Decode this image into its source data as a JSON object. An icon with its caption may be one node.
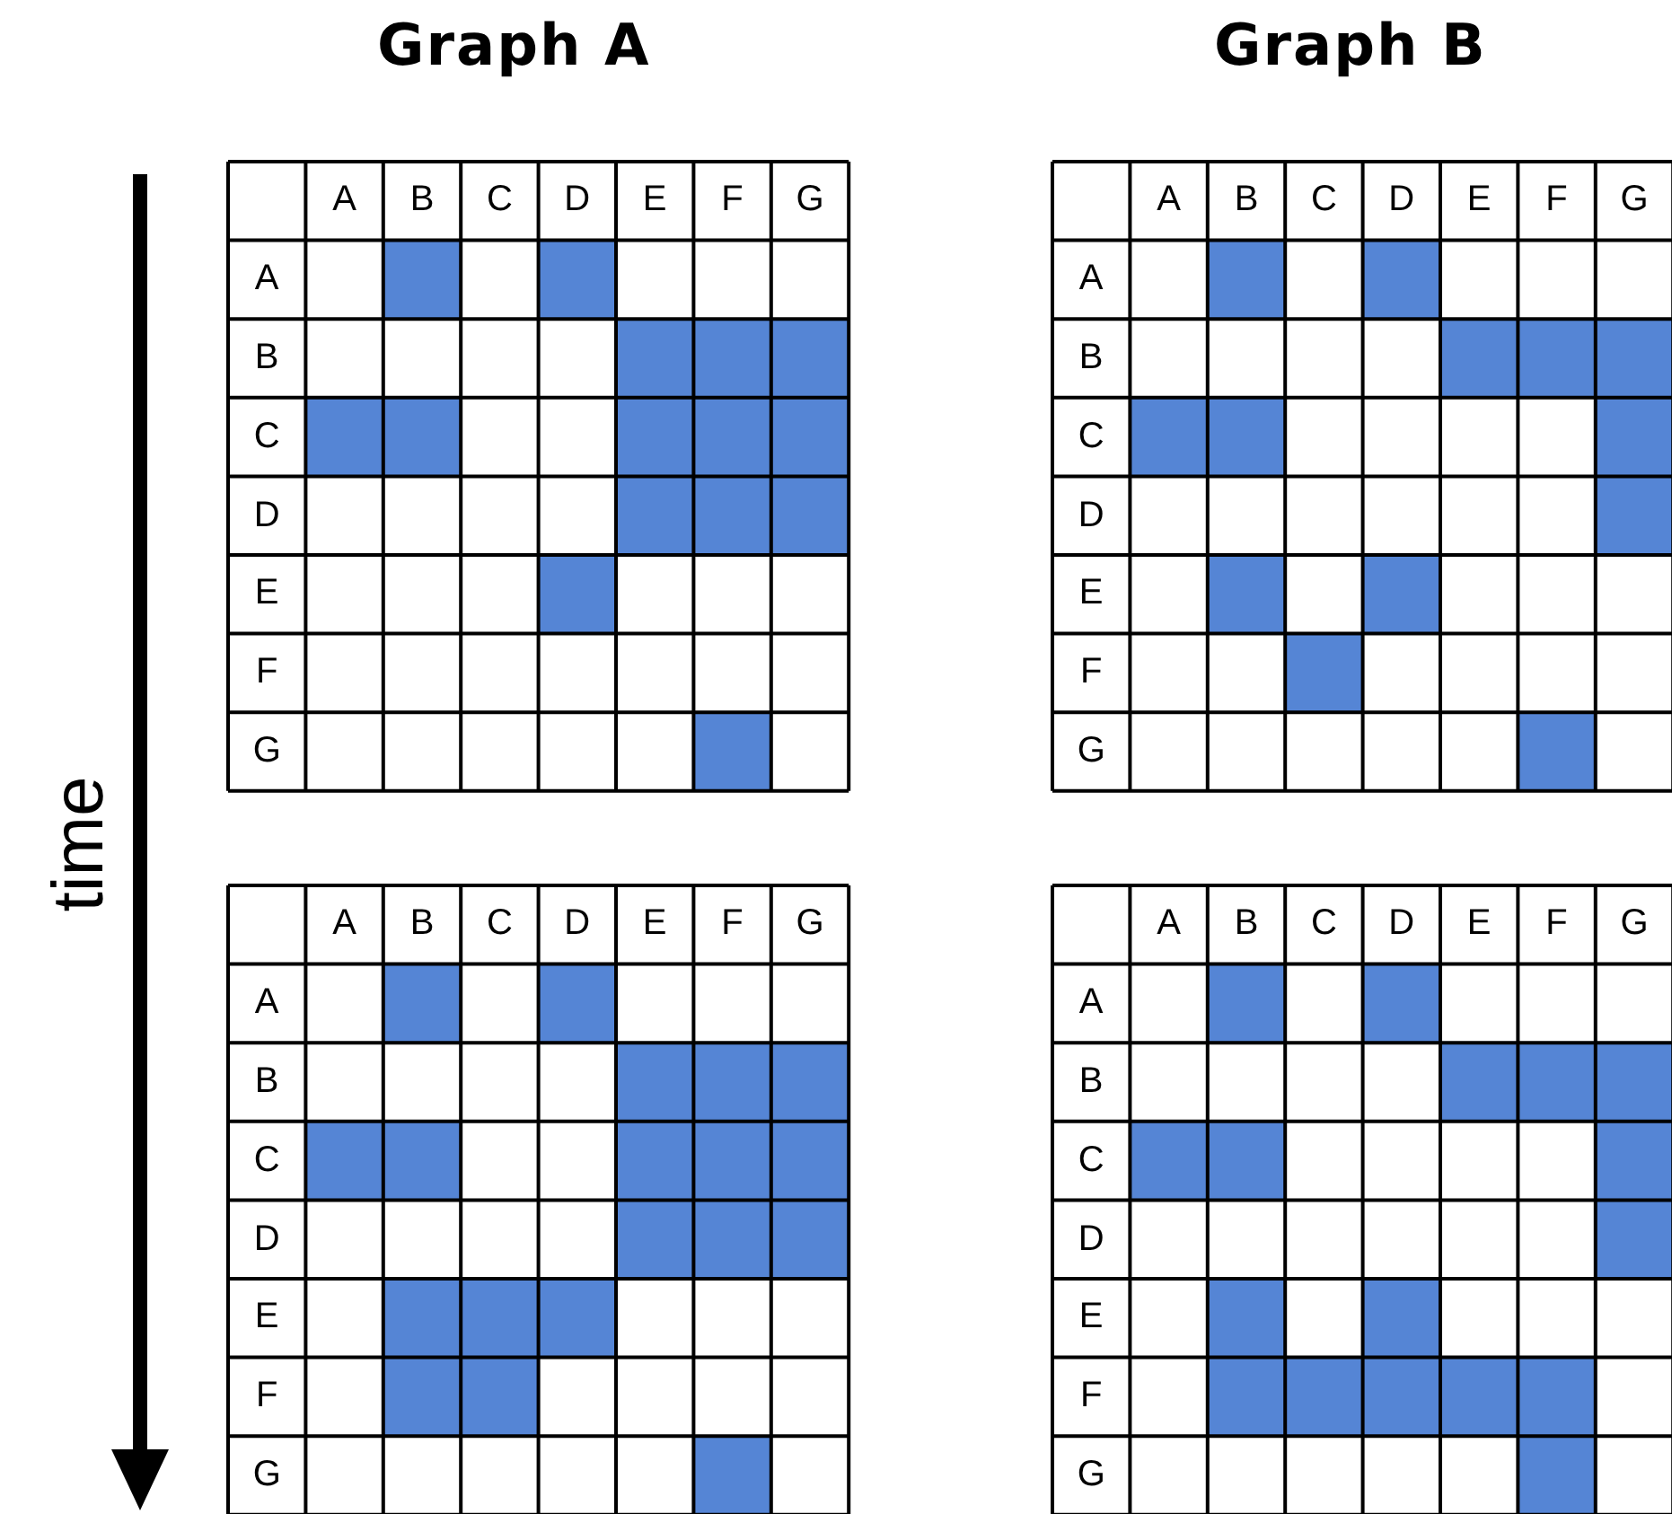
{
  "diagram": {
    "nodes": [
      {
        "text": [],
        "shape": "box"
      },
      {
        "text": [],
        "shape": "box"
      },
      {
        "text": [],
        "shape": "box"
      },
      {
        "text": [],
        "shape": "box"
      },
      {
        "text": [],
        "shape": "box"
      },
      {
        "text": [],
        "shape": "box"
      },
      {
        "text": [],
        "shape": "box"
      },
      {
        "text": [],
        "shape": "box"
      },
      {
        "text": [],
        "shape": "box"
      },
      {
        "text": [],
        "shape": "box"
      },
      {
        "text": [],
        "shape": "box"
      },
      {
        "text": [],
        "shape": "box"
      },
      {
        "text": [],
        "shape": "box"
      },
      {
        "text": [],
        "shape": "box"
      },
      {
        "text": [],
        "shape": "box"
      },
      {
        "text": [],
        "shape": "box"
      },
      {
        "text": [],
        "shape": "box"
      },
      {
        "text": [],
        "shape": "box"
      },
      {
        "text": [],
        "shape": "box"
      },
      {
        "text": [],
        "shape": "box"
      },
      {
        "text": [],
        "shape": "box"
      },
      {
        "text": [],
        "shape": "box"
      },
      {
        "text": [],
        "shape": "box"
      },
      {
        "text": [],
        "shape": "box"
      },
      {
        "text": [],
        "shape": "box"
      },
      {
        "text": [],
        "shape": "box"
      },
      {
        "text": [],
        "shape": "box"
      },
      {
        "text": [],
        "shape": "box"
      },
      {
        "text": [],
        "shape": "box"
      },
      {
        "text": [],
        "shape": "box"
      },
      {
        "text": [],
        "shape": "box"
      },
      {
        "text": [],
        "shape": "box"
      },
      {
        "text": [],
        "shape": "box"
      },
      {
        "text": [],
        "shape": "box"
      },
      {
        "text": [],
        "shape": "box"
      },
      {
        "text": [],
        "shape": "box"
      },
      {
        "text": [],
        "shape": "box"
      },
      {
        "text": [],
        "shape": "box"
      },
      {
        "text": [],
        "shape": "box"
      },
      {
        "text": [],
        "shape": "box"
      },
      {
        "text": [],
        "shape": "box"
      },
      {
        "text": [],
        "shape": "box"
      },
      {
        "text": [],
        "shape": "box"
      },
      {
        "text": [],
        "shape": "box"
      },
      {
        "text": [],
        "shape": "box"
      },
      {
        "text": [],
        "shape": "box"
      },
      {
        "text": [],
        "shape": "box"
      },
      {
        "text": [],
        "shape": "box"
      },
      {
        "text": [],
        "shape": "box"
      },
      {
        "text": [],
        "shape": "box"
      },
      {
        "text": [],
        "shape": "box"
      },
      {
        "text": [],
        "shape": "box"
      },
      {
        "text": [],
        "shape": "box"
      },
      {
        "text": [],
        "shape": "box"
      },
      {
        "text": [],
        "shape": "box"
      },
      {
        "text": [],
        "shape": "box"
      },
      {
        "text": [],
        "shape": "box"
      },
      {
        "text": [],
        "shape": "box"
      },
      {
        "text": [],
        "shape": "box"
      },
      {
        "text": [],
        "shape": "box"
      },
      {
        "text": [],
        "shape": "box"
      },
      {
        "text": [],
        "shape": "box"
      },
      {
        "text": [],
        "shape": "box"
      },
      {
        "text": [],
        "shape": "box"
      }
    ],
    "labels": [
      "Graph A",
      "Graph B",
      "time",
      "A",
      "B",
      "C",
      "D",
      "E",
      "F",
      "G",
      "A",
      "B",
      "C",
      "D",
      "E",
      "F",
      "G",
      "A",
      "B",
      "C",
      "D",
      "E",
      "F",
      "G",
      "A",
      "B",
      "C",
      "D",
      "E",
      "F",
      "G",
      "A",
      "B",
      "C",
      "D",
      "E",
      "F",
      "G",
      "A",
      "B",
      "C",
      "D",
      "E",
      "F",
      "G",
      "A",
      "B",
      "C",
      "D",
      "E",
      "F",
      "G",
      "A",
      "B",
      "C",
      "D",
      "E",
      "F",
      "G"
    ]
  }
}
